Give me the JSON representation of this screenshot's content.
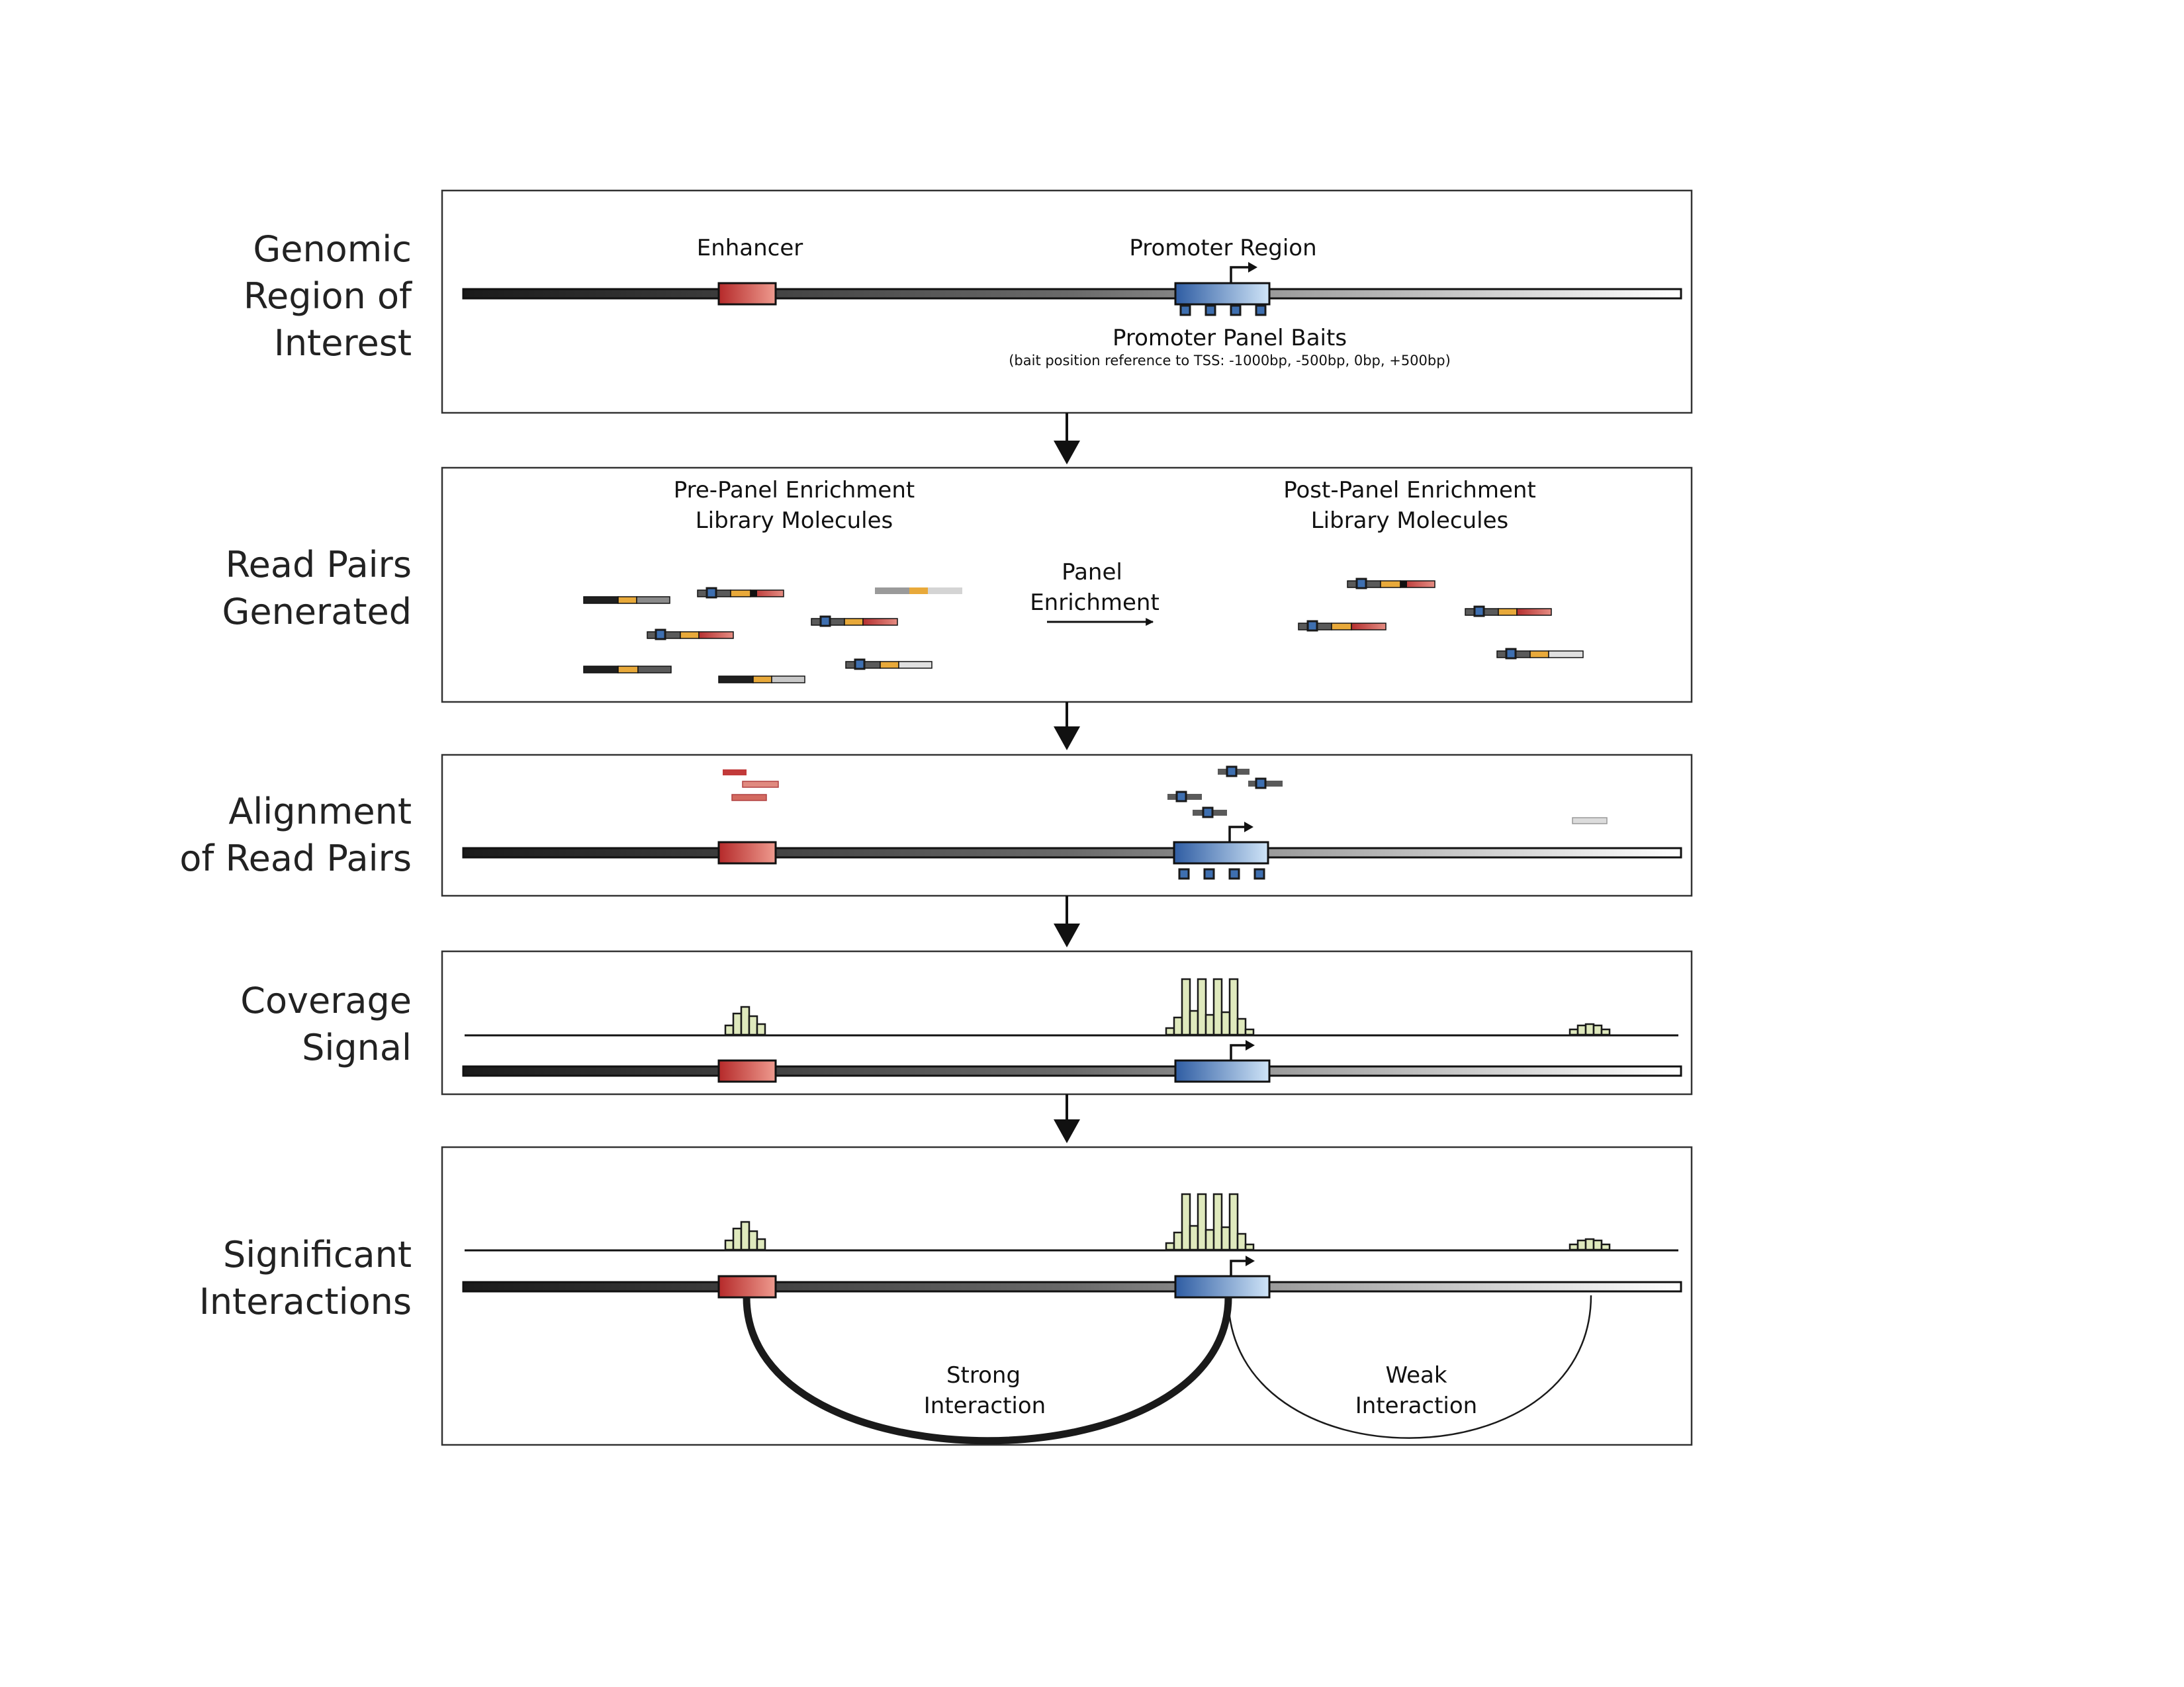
{
  "stages": [
    {
      "line1": "Genomic",
      "line2": "Region of",
      "line3": "Interest"
    },
    {
      "line1": "Read Pairs",
      "line2": "Generated"
    },
    {
      "line1": "Alignment",
      "line2": "of Read Pairs"
    },
    {
      "line1": "Coverage",
      "line2": "Signal"
    },
    {
      "line1": "Significant",
      "line2": "Interactions"
    }
  ],
  "panel1": {
    "enhancer": "Enhancer",
    "promoter_region": "Promoter Region",
    "baits_title": "Promoter Panel Baits",
    "baits_note": "(bait position reference to TSS: -1000bp, -500bp, 0bp, +500bp)"
  },
  "panel2": {
    "pre_line1": "Pre-Panel Enrichment",
    "pre_line2": "Library Molecules",
    "post_line1": "Post-Panel Enrichment",
    "post_line2": "Library Molecules",
    "arrow_line1": "Panel",
    "arrow_line2": "Enrichment"
  },
  "panel5": {
    "strong_line1": "Strong",
    "strong_line2": "Interaction",
    "weak_line1": "Weak",
    "weak_line2": "Interaction"
  },
  "colors": {
    "enhancer": "#c63a3a",
    "promoter": "#3e6fb0",
    "ligation_junction": "#e8a93a",
    "coverage_bins": "#dfe9bd"
  }
}
